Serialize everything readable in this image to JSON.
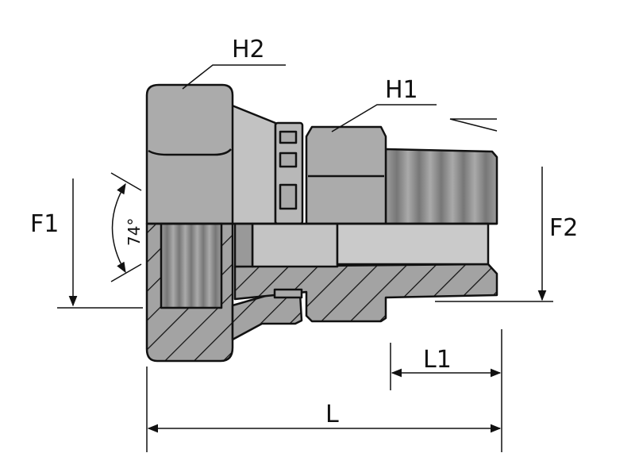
{
  "labels": {
    "h2": "H2",
    "h1": "H1",
    "f1": "F1",
    "f2": "F2",
    "angle": "74°",
    "l1": "L1",
    "l": "L"
  },
  "colors": {
    "body": "#a9a9a9",
    "body_light": "#c4c4c4",
    "section": "#9a9a9a",
    "line": "#111111"
  }
}
